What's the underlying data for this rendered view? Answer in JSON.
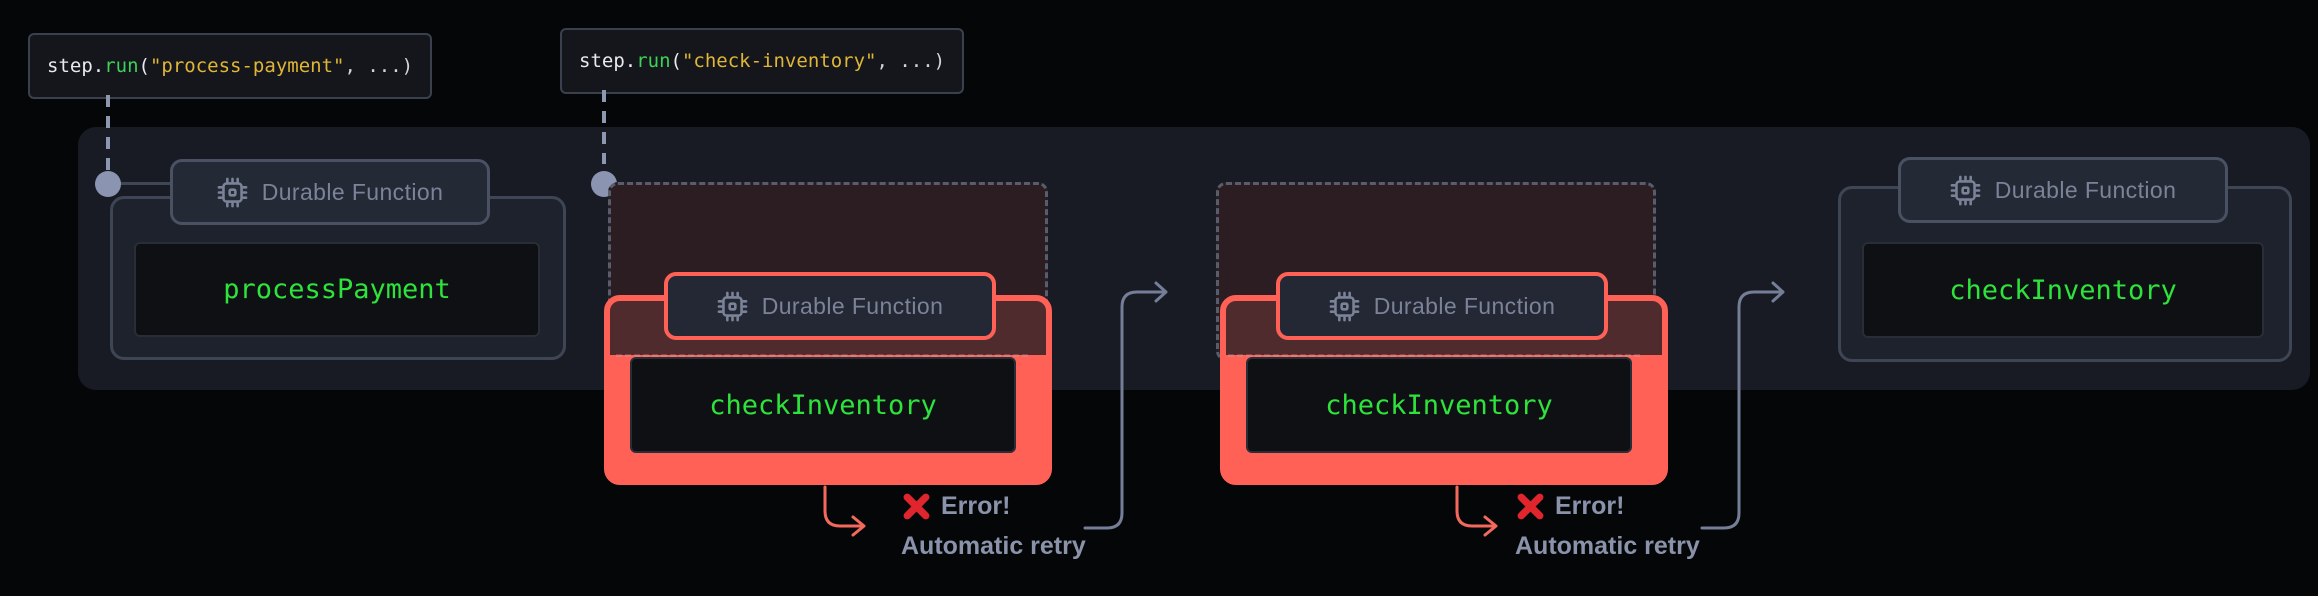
{
  "code_labels": [
    {
      "tokens": [
        "step.",
        "run",
        "(",
        "\"process-payment\"",
        ", ...)"
      ]
    },
    {
      "tokens": [
        "step.",
        "run",
        "(",
        "\"check-inventory\"",
        ", ...)"
      ]
    }
  ],
  "groups": [
    {
      "badge_label": "Durable Function",
      "function_name": "processPayment",
      "status": "success"
    },
    {
      "badge_label": "Durable Function",
      "function_name": "checkInventory",
      "status": "failed"
    },
    {
      "badge_label": "Durable Function",
      "function_name": "checkInventory",
      "status": "failed"
    },
    {
      "badge_label": "Durable Function",
      "function_name": "checkInventory",
      "status": "success"
    }
  ],
  "annotations": [
    {
      "error_label": "Error!",
      "retry_label": "Automatic retry"
    },
    {
      "error_label": "Error!",
      "retry_label": "Automatic retry"
    }
  ],
  "icons": [
    "cpu-icon",
    "error-x-icon",
    "retry-arrow",
    "error-arrow",
    "flow-dot"
  ],
  "colors": {
    "accent_salmon": "#ff6156",
    "code_green": "#2ee33b",
    "keyword_green": "#3dd158",
    "string_gold": "#e0b637",
    "error_x_red": "#e0252c",
    "annotation_text": "#8a93aa",
    "panel_bg": "#181b23",
    "badge_text": "#7b8398",
    "arrow_gray": "#757e97",
    "arrow_red": "#f3695b"
  }
}
